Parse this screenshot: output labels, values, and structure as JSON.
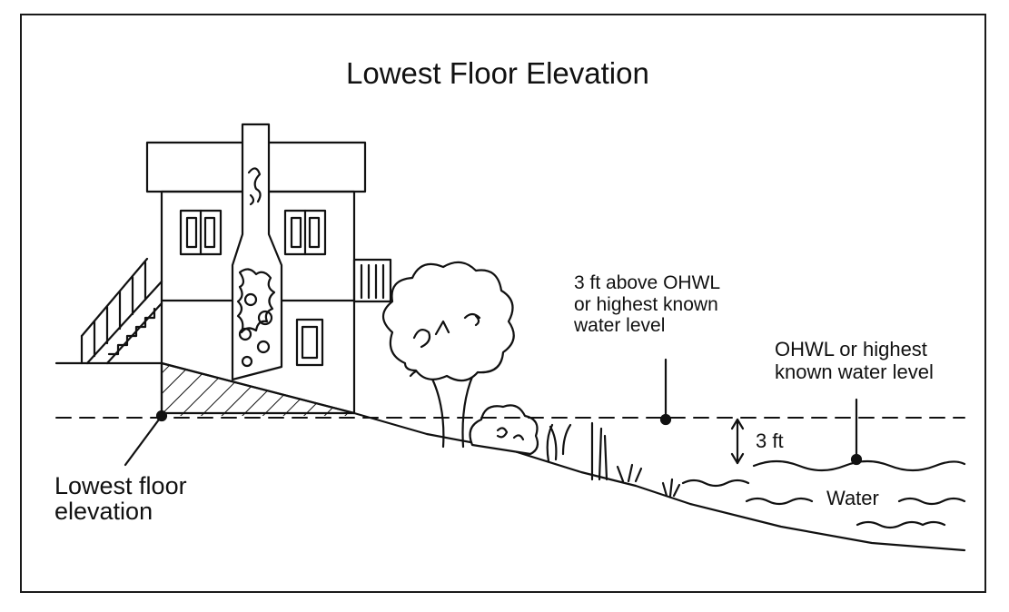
{
  "title": "Lowest Floor Elevation",
  "labels": {
    "lowest_floor": [
      "Lowest floor",
      "elevation"
    ],
    "three_ft_above": [
      "3 ft above OHWL",
      "or highest known",
      "water level"
    ],
    "ohwl": [
      "OHWL or highest",
      "known water level"
    ],
    "offset": "3 ft",
    "water": "Water"
  },
  "colors": {
    "ink": "#111111",
    "background": "#ffffff"
  }
}
